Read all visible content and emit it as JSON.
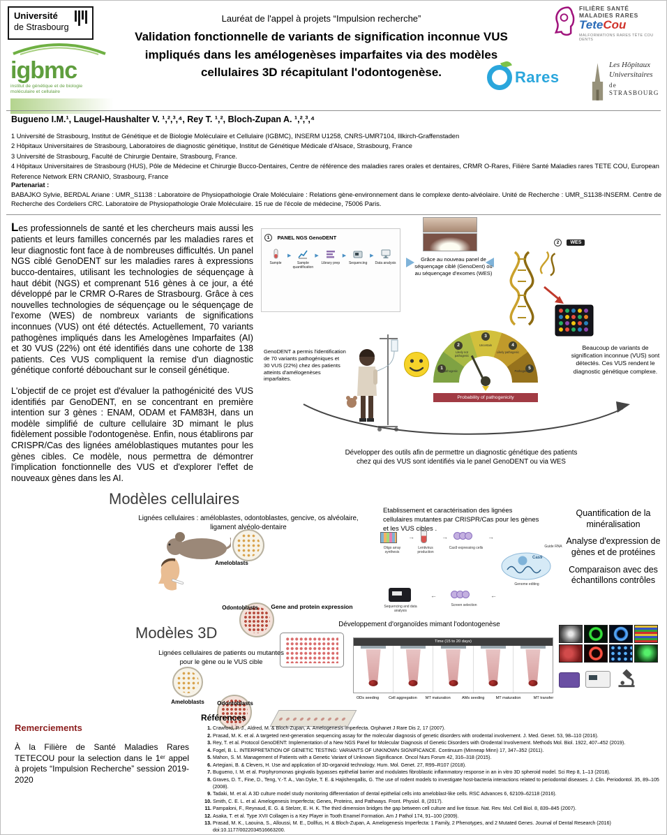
{
  "logos": {
    "unistra": {
      "line1": "Université",
      "line2": "de Strasbourg"
    },
    "igbmc": {
      "name": "igbmc",
      "subtitle": "institut de génétique et de biologie moléculaire et cellulaire"
    },
    "tetecou": {
      "line1": "FILIÈRE SANTÉ",
      "line2": "MALADIES RARES",
      "name_blue": "Tete",
      "name_red": "Cou",
      "subtitle": "MALFORMATIONS RARES TÊTE COU DENTS"
    },
    "orares": {
      "name": "Rares"
    },
    "hus": {
      "line1": "Les Hôpitaux",
      "line2": "Universitaires",
      "line3": "de STRASBOURG"
    }
  },
  "header": {
    "award_line": "Lauréat de l'appel à projets “Impulsion recherche”",
    "title": "Validation fonctionnelle de variants de signification inconnue VUS impliqués dans les amélogenèses imparfaites via des modèles cellulaires 3D récapitulant l'odontogenèse."
  },
  "authors": "Bugueno I.M.¹, Laugel-Haushalter V. ¹,²,³,⁴, Rey T. ¹,², Bloch-Zupan A. ¹,²,³,⁴",
  "affiliations": [
    "1 Université de Strasbourg, Institut de Génétique et de Biologie Moléculaire et Cellulaire (IGBMC), INSERM U1258, CNRS-UMR7104, Illkirch-Graffenstaden",
    "2 Hôpitaux Universitaires de Strasbourg, Laboratoires de diagnostic génétique, Institut de Génétique Médicale d'Alsace, Strasbourg, France",
    "3 Université de Strasbourg, Faculté de Chirurgie Dentaire, Strasbourg, France.",
    "4 Hôpitaux Universitaires de Strasbourg (HUS), Pôle de Médecine et Chirurgie Bucco-Dentaires, Centre de référence des maladies rares orales et dentaires, CRMR O-Rares, Filière Santé Maladies rares TETE COU, European Reference Network ERN CRANIO, Strasbourg, France"
  ],
  "partenariat": {
    "label": "Partenariat :",
    "text": "BABAJKO Sylvie, BERDAL Ariane : UMR_S1138 : Laboratoire de Physiopathologie Orale Moléculaire : Relations gène-environnement dans le complexe dento-alvéolaire. Unité de Recherche : UMR_S1138-INSERM. Centre de Recherche des Cordeliers CRC. Laboratoire de Physiopathologie Orale Moléculaire. 15 rue de l'école de médecine, 75006 Paris."
  },
  "intro": {
    "p1": "Les professionnels de santé et les chercheurs mais aussi les patients et leurs familles concernés par les maladies rares et leur diagnostic font face à de nombreuses difficultés. Un panel NGS ciblé GenoDENT sur les maladies rares à expressions bucco-dentaires, utilisant les technologies de séquençage à haut débit (NGS) et comprenant 516 gènes à ce jour, a été développé par le CRMR O-Rares de Strasbourg. Grâce à ces nouvelles technologies de séquençage ou le séquençage de l'exome (WES) de nombreux variants de significations inconnues (VUS) ont été détectés. Actuellement, 70 variants pathogènes impliqués dans les Amelogènes Imparfaites (AI) et 30 VUS (22%) ont été identifiés dans une cohorte de 138 patients. Ces VUS compliquent la remise d'un diagnostic génétique conforté débouchant sur le conseil génétique.",
    "p2": "L'objectif de ce projet est d'évaluer la pathogénicité des VUS identifiés par GenoDENT, en se concentrant en première intention sur 3 gènes : ENAM, ODAM et FAM83H, dans un modèle simplifié de culture cellulaire 3D mimant le plus fidèlement possible l'odontogenèse. Enfin, nous établirons par CRISPR/Cas des lignées améloblastiques mutantes pour les gènes cibles. Ce modèle, nous permettra de démontrer l'implication fonctionnelle des VUS et d'explorer l'effet de nouveaux gènes dans les AI."
  },
  "figure_diagnostic": {
    "panel_number": "1",
    "panel_label": "PANEL NGS GenoDENT",
    "workflow_steps": [
      "Sample",
      "Sample quantification",
      "Library prep",
      "Sequencing",
      "Data analysis"
    ],
    "caption_top": "Grâce au nouveau panel de séquençage ciblé (GenoDent) ou au séquençage d'exomes (WES)",
    "wes_number": "2",
    "wes_label": "WES",
    "caption_left": "GenoDENT a permis l'identification de 70 variants pathogéniques et 30 VUS (22%) chez des patients atteints d'amélogenèses imparfaites.",
    "caption_right": "Beaucoup de variants de signification inconnue  (VUS) sont détectés. Ces VUS rendent le diagnostic génétique complexe.",
    "gauge": {
      "numbers": [
        "1",
        "2",
        "3",
        "4",
        "5"
      ],
      "segments": [
        "Not pathogenic",
        "Likely not pathogenic",
        "Uncertain",
        "Likely pathogenic",
        "Pathogenic"
      ],
      "axis_label": "Probability of pathogenicity"
    },
    "caption_bottom": "Développer des outils afin de  permettre  un diagnostic génétique  des patients chez qui des VUS sont identifiés via le panel GenoDENT ou via WES"
  },
  "cell_models": {
    "heading": "Modèles cellulaires",
    "subtitle": "Lignées cellulaires : améloblastes, odontoblastes, gencive, os alvéolaire, ligament alvéolo-dentaire",
    "dish1_label": "Ameloblasts",
    "dish2_label": "Odontoblasts",
    "plate_label": "Gene and protein expression",
    "crispr_caption": "Etablissement et caractérisation des lignées cellulaires mutantes par CRISPR/Cas pour les gènes et les VUS cibles .",
    "crispr_steps": [
      "Oligo array synthesis",
      "Lentivirus production",
      "Cas9 expressing cells",
      "Genome editing",
      "Screen selection",
      "Sequencing and data analysis",
      "Cas9",
      "Guide RNA"
    ],
    "outputs": [
      "Quantification de la minéralisation",
      "Analyse d'expression de gènes et de protéines",
      "Comparaison avec des échantillons contrôles"
    ]
  },
  "models_3d": {
    "heading": "Modèles 3D",
    "subtitle": "Lignées cellulaires de patients ou mutantes pour le gène ou le VUS cible",
    "dish1_label": "Ameloblasts",
    "dish2_label": "Odontoblasts",
    "caption": "Développement d'organoïdes mimant l'odontogenèse",
    "timeline_title": "Time (15 to 20 days)",
    "stages": [
      "ODs seeding",
      "Cell aggregation",
      "MT maturation",
      "AMs seeding",
      "MT maturation",
      "MT transfer"
    ]
  },
  "remerciements": {
    "heading": "Remerciements",
    "text": "À la Filière de Santé Maladies Rares TETECOU pour la selection dans le 1ᵉʳ appel à projets “Impulsion Recherche” session 2019-2020"
  },
  "references": {
    "heading": "Références",
    "items": [
      "Crawford, P. J., Aldred, M. & Bloch-Zupan, A. Amelogenesis imperfecta. Orphanet J Rare Dis 2, 17 (2007).",
      "Prasad, M. K. et al. A targeted next-generation sequencing assay for the molecular diagnosis of genetic disorders with orodental involvement. J. Med. Genet. 53, 98–110 (2016).",
      "Rey, T. et al. Protocol GenoDENT: Implementation of a New NGS Panel for Molecular Diagnosis of Genetic Disorders with Orodental Involvement. Methods Mol. Biol. 1922, 407–452 (2019).",
      "Fogel, B. L. INTERPRETATION OF GENETIC TESTING: VARIANTS OF UNKNOWN SIGNIFICANCE. Continuum (Minneap Minn) 17, 347–352 (2011).",
      "Mahon, S. M. Management of Patients with a Genetic Variant of Unknown Significance. Oncol Nurs Forum 42, 316–318 (2015).",
      "Artegiani, B. & Clevers, H. Use and application of 3D-organoid technology. Hum. Mol. Genet. 27, R99–R107 (2018).",
      "Bugueno, I. M. et al. Porphyromonas gingivalis bypasses epithelial barrier and modulates fibroblastic inflammatory response in an in vitro 3D spheroid model. Sci Rep 8, 1–13 (2018).",
      "Graves, D. T., Fine, D., Teng, Y.-T. A., Van Dyke, T. E. & Hajishengallis, G. The use of rodent models to investigate host-bacteria interactions related to periodontal diseases. J. Clin. Periodontol. 35, 89–105 (2008).",
      "Tadaki, M. et al. A 3D culture model study monitoring differentiation of dental epithelial cells into ameloblast-like cells. RSC Advances 6, 62109–62118 (2016).",
      "Smith, C. E. L. et al. Amelogenesis Imperfecta; Genes, Proteins, and Pathways. Front. Physiol. 8, (2017).",
      "Pampaloni, F., Reynaud, E. G. & Stelzer, E. H. K. The third dimension bridges the gap between cell culture and live tissue. Nat. Rev. Mol. Cell Biol. 8, 839–845 (2007).",
      "Asaka, T. et al. Type XVII Collagen is a Key Player in Tooth Enamel Formation. Am J Pathol 174, 91–100 (2009).",
      "Prasad, M. K., Laouina, S., Alloussi, M. E., Dollfus, H. & Bloch-Zupan, A. Amelogenesis Imperfecta: 1 Family, 2 Phenotypes, and 2 Mutated Genes. Journal of Dental Research (2016) doi:10.1177/0022034516663200."
    ]
  }
}
